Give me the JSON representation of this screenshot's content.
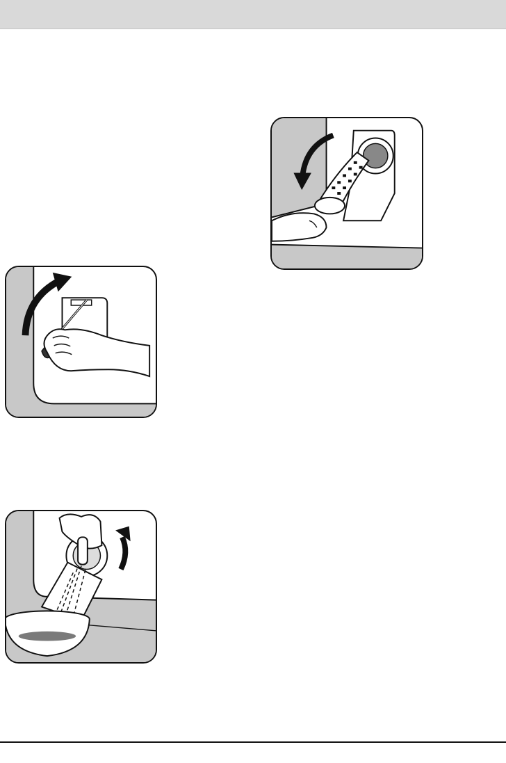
{
  "page": {
    "colors": {
      "header_band": "#d9d9d9",
      "rule": "#111111",
      "panel_shade": "#c8c8c8",
      "water": "#7a7a7a"
    }
  },
  "illustrations": [
    {
      "id": "open-flap",
      "icons": [
        "screwdriver-icon",
        "hand-icon",
        "curved-arrow-up-icon",
        "filter-flap-icon"
      ]
    },
    {
      "id": "drain-water",
      "icons": [
        "bowl-icon",
        "water-stream-icon",
        "hand-icon",
        "curved-arrow-icon"
      ]
    },
    {
      "id": "remove-filter",
      "icons": [
        "pump-filter-icon",
        "hand-icon",
        "curved-arrow-down-icon"
      ]
    }
  ]
}
